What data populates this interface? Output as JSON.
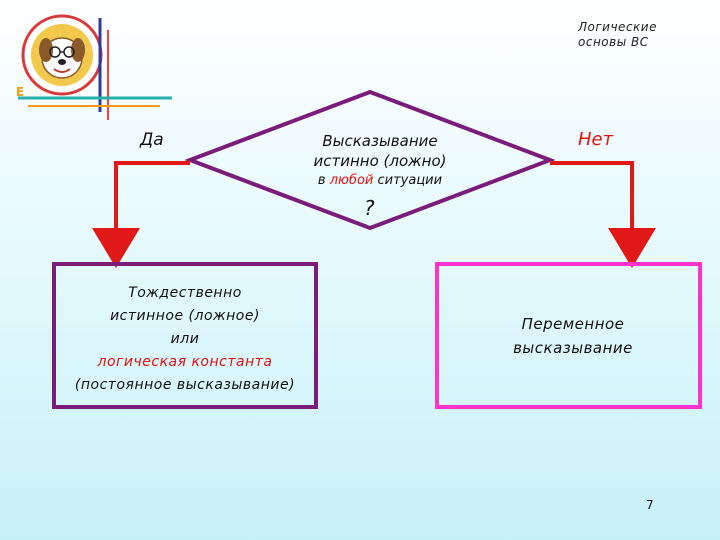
{
  "header": {
    "line1": "Логические",
    "line2": "основы ВС"
  },
  "logo": {
    "letter": "Е"
  },
  "decision": {
    "line1": "Высказывание",
    "line2": "истинно (ложно)",
    "line3_prefix": "в ",
    "line3_highlight": "любой",
    "line3_suffix": " ситуации",
    "question": "?"
  },
  "branches": {
    "yes": "Да",
    "no": "Нет"
  },
  "left_box": {
    "line1": "Тождественно",
    "line2": "истинное (ложное)",
    "line3": "или",
    "line4": "логическая константа",
    "line5": "(постоянное высказывание)"
  },
  "right_box": {
    "line1": "Переменное",
    "line2": "высказывание"
  },
  "page_number": "7",
  "colors": {
    "diamond": "#7a1c7a",
    "arrow": "#e01818",
    "left_box_border": "#7a1c7a",
    "right_box_border": "#ff33cc",
    "accent_red": "#e01010"
  }
}
